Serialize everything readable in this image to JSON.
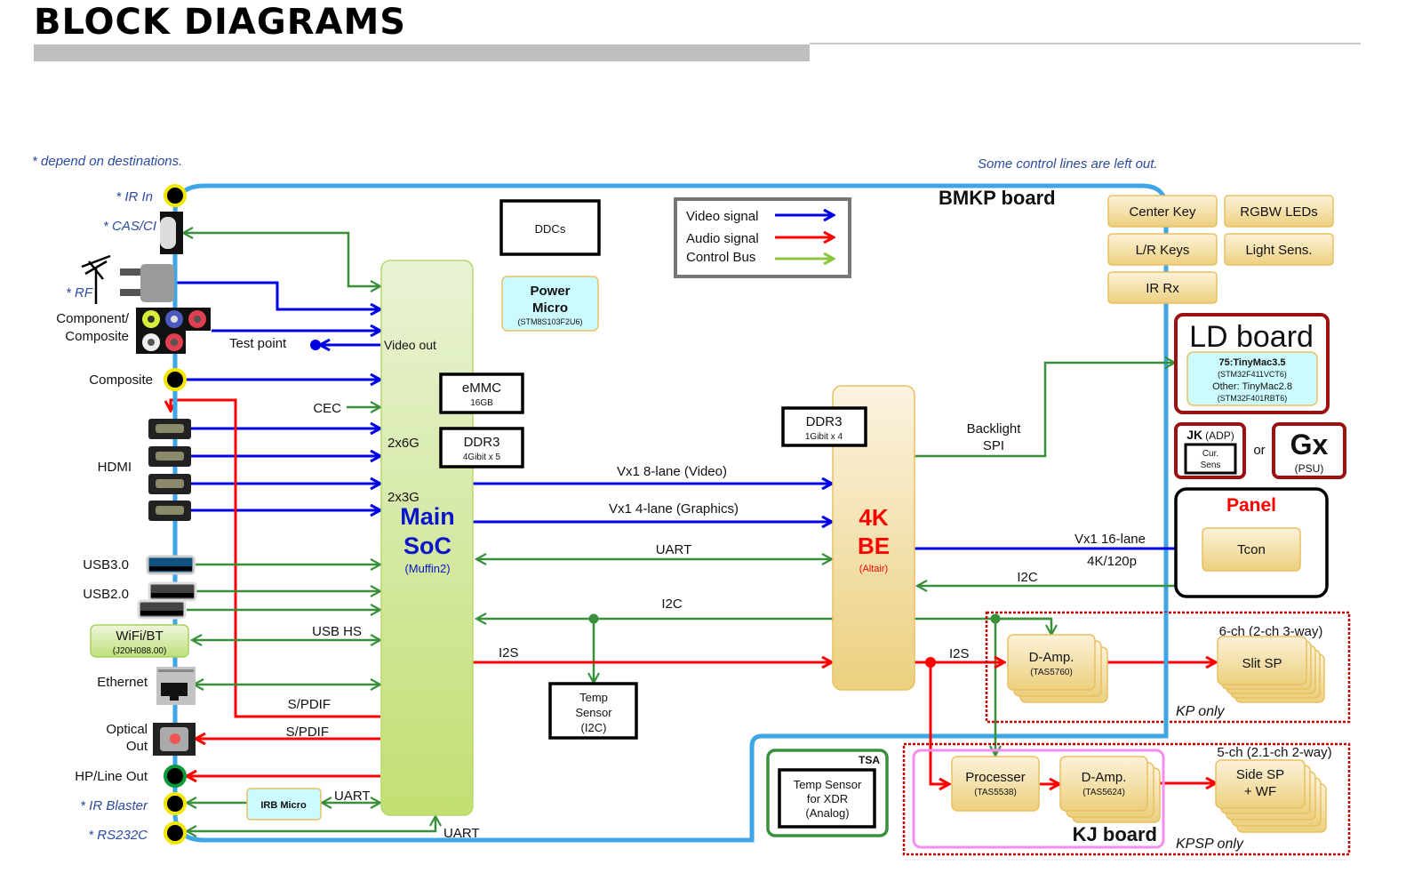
{
  "title": "BLOCK DIAGRAMS",
  "notes": {
    "destinations": "* depend on destinations.",
    "control_lines": "Some control lines are left out."
  },
  "colors": {
    "video": "#0000e6",
    "audio": "#ff0000",
    "control": "#3a8f3a",
    "control_legend": "#8cc63f",
    "board_outline": "#3fa6e6",
    "soc_fill": "#c5e07a",
    "be_fill": "#ecd282",
    "micro_fill": "#ccfbff",
    "ld_border": "#9b1111",
    "kj_border": "#f58cf0"
  },
  "legend": {
    "items": [
      {
        "label": "Video signal",
        "type": "video"
      },
      {
        "label": "Audio signal",
        "type": "audio"
      },
      {
        "label": "Control Bus",
        "type": "control"
      }
    ]
  },
  "boards": {
    "bmkp": "BMKP board",
    "ld": "LD board",
    "kj": "KJ board",
    "tsa": "TSA",
    "panel": "Panel"
  },
  "ports": [
    {
      "label": "* IR In",
      "icon": "jack-yellow-icon",
      "optional": true
    },
    {
      "label": "* CAS/CI",
      "icon": "ci-slot-icon",
      "optional": true
    },
    {
      "label": "* RF",
      "icon": "rf-connector-icon",
      "optional": true
    },
    {
      "label": "Component/\nComposite",
      "icon": "rca-jack-icon",
      "optional": false
    },
    {
      "label": "Composite",
      "icon": "jack-yellow-icon",
      "optional": false
    },
    {
      "label": "HDMI",
      "icon": "hdmi-port-icon",
      "optional": false
    },
    {
      "label": "USB3.0",
      "icon": "usb3-port-icon",
      "optional": false
    },
    {
      "label": "USB2.0",
      "icon": "usb2-port-icon",
      "optional": false
    },
    {
      "label": "WiFi/BT",
      "sub": "(J20H088.00)",
      "icon": "wifi-module",
      "optional": false
    },
    {
      "label": "Ethernet",
      "icon": "ethernet-port-icon",
      "optional": false
    },
    {
      "label": "Optical\nOut",
      "icon": "optical-port-icon",
      "optional": false
    },
    {
      "label": "HP/Line Out",
      "icon": "jack-green-icon",
      "optional": false
    },
    {
      "label": "* IR Blaster",
      "icon": "jack-yellow-icon",
      "optional": true
    },
    {
      "label": "* RS232C",
      "icon": "jack-yellow-icon",
      "optional": true
    }
  ],
  "blocks": {
    "ddcs": "DDCs",
    "power_micro": {
      "title": "Power\nMicro",
      "sub": "(STM8S103F2U6)"
    },
    "emmc": {
      "title": "eMMC",
      "sub": "16GB"
    },
    "ddr3_soc": {
      "title": "DDR3",
      "sub": "4Gibit x 5"
    },
    "ddr3_be": {
      "title": "DDR3",
      "sub": "1Gibit x 4"
    },
    "main_soc": {
      "title": "Main\nSoC",
      "sub": "(Muffin2)",
      "video_out": "Video out",
      "lanes_a": "2x6G",
      "lanes_b": "2x3G"
    },
    "be": {
      "title": "4K\nBE",
      "sub": "(Altair)"
    },
    "temp_sensor": "Temp\nSensor\n(I2C)",
    "temp_sensor_xdr": "Temp Sensor\nfor XDR\n(Analog)",
    "irb_micro": "IRB Micro",
    "center_key": "Center Key",
    "rgbw_leds": "RGBW LEDs",
    "lr_keys": "L/R Keys",
    "light_sens": "Light Sens.",
    "ir_rx": "IR Rx",
    "ld_micro": [
      "75:TinyMac3.5",
      "(STM32F411VCT6)",
      "Other: TinyMac2.8",
      "(STM32F401RBT6)"
    ],
    "jk": {
      "title": "JK",
      "sub": "(ADP)",
      "inner": "Cur.\nSens"
    },
    "or": "or",
    "gx": {
      "title": "Gx",
      "sub": "(PSU)"
    },
    "tcon": "Tcon",
    "damp_kp": {
      "title": "D-Amp.",
      "sub": "(TAS5760)"
    },
    "slit_sp": "Slit SP",
    "processer": {
      "title": "Processer",
      "sub": "(TAS5538)"
    },
    "damp_kj": {
      "title": "D-Amp.",
      "sub": "(TAS5624)"
    },
    "side_sp": "Side SP\n+ WF"
  },
  "signals": {
    "test_point": "Test point",
    "cec": "CEC",
    "usb_hs": "USB HS",
    "spdif_in": "S/PDIF",
    "spdif_out": "S/PDIF",
    "uart_irb": "UART",
    "uart_rs232": "UART",
    "vx1_8": "Vx1 8-lane (Video)",
    "vx1_4": "Vx1 4-lane (Graphics)",
    "uart_be": "UART",
    "i2c_main": "I2C",
    "i2s_main": "I2S",
    "backlight": "Backlight\nSPI",
    "vx1_16": "Vx1 16-lane",
    "vx1_16_rate": "4K/120p",
    "i2c_panel": "I2C",
    "i2s_be": "I2S",
    "kp_channels": "6-ch (2-ch 3-way)",
    "kp_only": "KP only",
    "kpsp_channels": "5-ch (2.1-ch 2-way)",
    "kpsp_only": "KPSP only"
  }
}
